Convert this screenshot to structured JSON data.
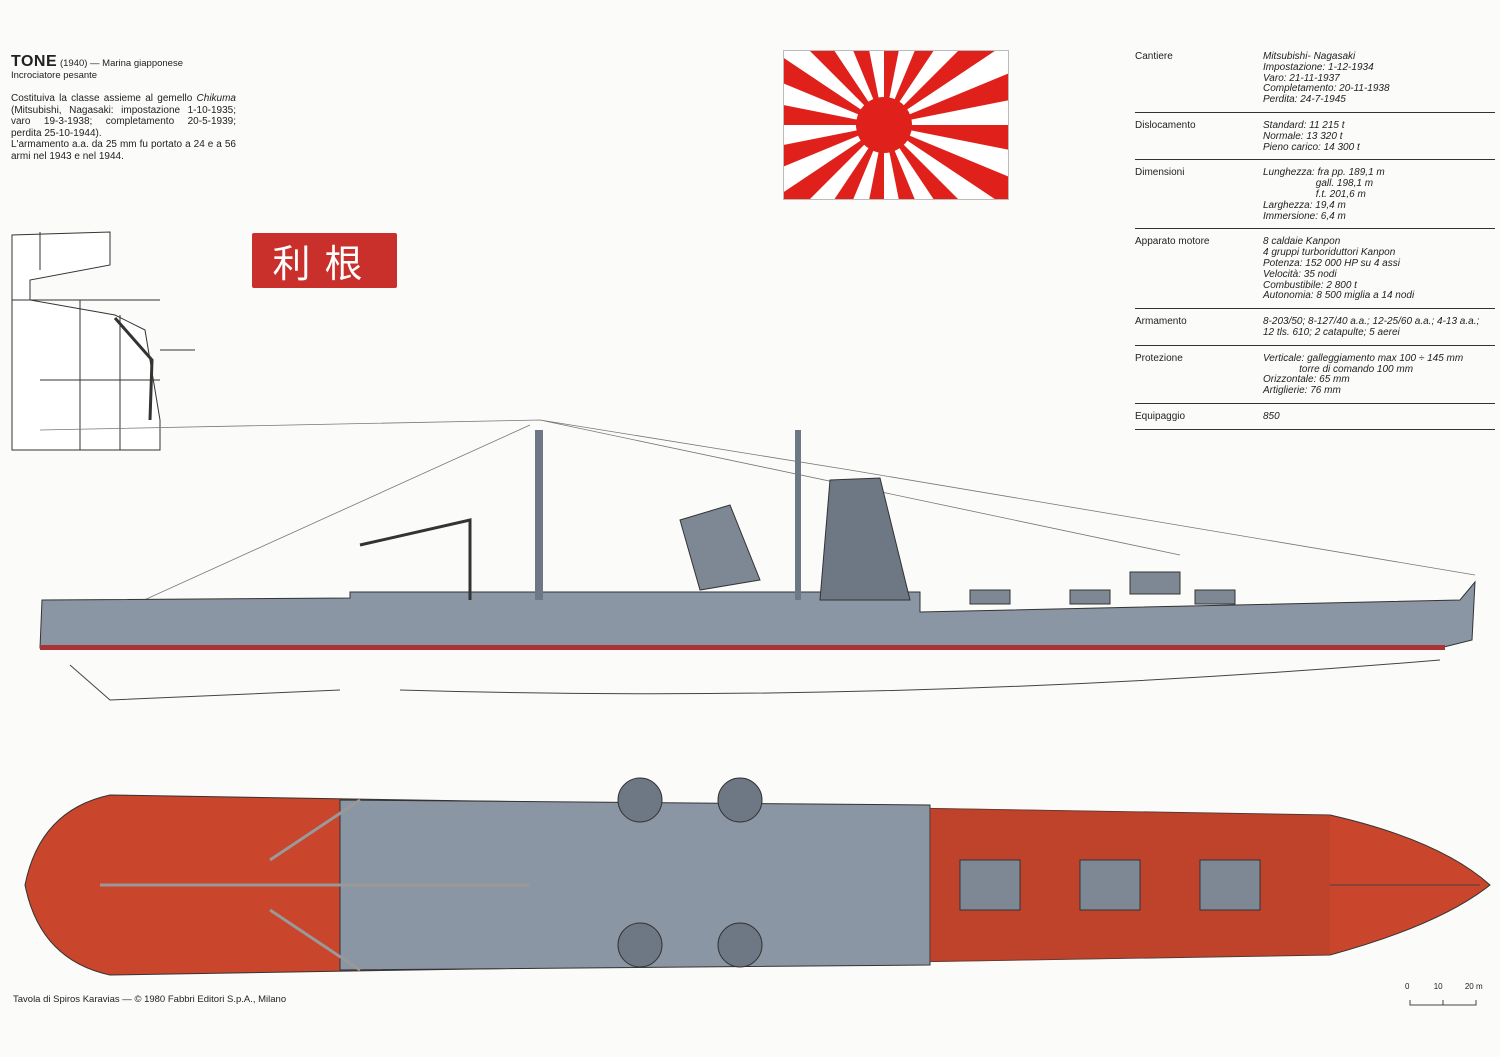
{
  "header": {
    "name": "TONE",
    "year": "(1940) — Marina giapponese",
    "type": "Incrociatore pesante",
    "desc_1": "Costituiva la classe assieme al gemello ",
    "desc_sister": "Chikuma",
    "desc_2": " (Mitsubishi, Nagasaki: impostazione 1-10-1935; varo 19-3-1938; completamento 20-5-1939; perdita 25-10-1944).",
    "desc_3": "L'armamento a.a. da 25 mm fu portato a 24 e a 56 armi nel 1943 e nel 1944."
  },
  "kanji_plate": "利根",
  "specs": [
    {
      "label": "Cantiere",
      "lines": [
        "Mitsubishi- Nagasaki",
        "Impostazione: 1-12-1934",
        "Varo: 21-11-1937",
        "Completamento: 20-11-1938",
        "Perdita: 24-7-1945"
      ]
    },
    {
      "label": "Dislocamento",
      "lines": [
        "Standard: 11 215 t",
        "Normale: 13 320 t",
        "Pieno carico: 14 300 t"
      ]
    },
    {
      "label": "Dimensioni",
      "lines": [
        "Lunghezza: fra pp. 189,1 m",
        "                   gall. 198,1 m",
        "                   f.t. 201,6 m",
        "Larghezza: 19,4 m",
        "Immersione: 6,4 m"
      ]
    },
    {
      "label": "Apparato motore",
      "lines": [
        "8 caldaie Kanpon",
        "4 gruppi turboriduttori Kanpon",
        "Potenza: 152 000 HP su 4 assi",
        "Velocità: 35 nodi",
        "Combustibile: 2 800 t",
        "Autonomia: 8 500 miglia a 14 nodi"
      ]
    },
    {
      "label": "Armamento",
      "lines": [
        "8-203/50; 8-127/40 a.a.; 12-25/60 a.a.; 4-13 a.a.;",
        "12 tls. 610; 2 catapulte; 5 aerei"
      ]
    },
    {
      "label": "Protezione",
      "lines": [
        "Verticale: galleggiamento max 100 ÷ 145 mm",
        "             torre di comando 100 mm",
        "Orizzontale: 65 mm",
        "Artiglierie: 76 mm"
      ]
    },
    {
      "label": "Equipaggio",
      "lines": [
        "850"
      ]
    }
  ],
  "credit": "Tavola di Spiros Karavias — © 1980 Fabbri Editori S.p.A., Milano",
  "scale": {
    "t0": "0",
    "t1": "10",
    "t2": "20 m"
  },
  "colors": {
    "flag_red": "#e0201b",
    "hull": "#8a96a3",
    "deck": "#c9452c"
  }
}
